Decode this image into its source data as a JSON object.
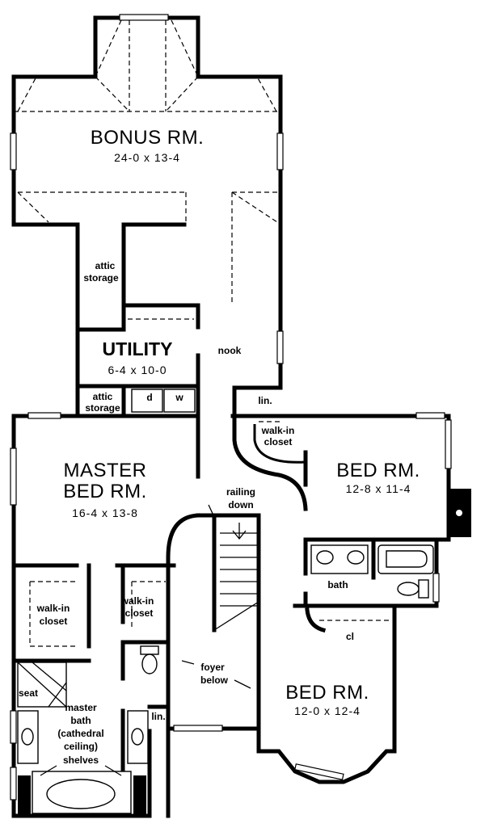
{
  "rooms": {
    "bonus": {
      "name": "BONUS RM.",
      "size": "24-0 x 13-4"
    },
    "utility": {
      "name": "UTILITY",
      "size": "6-4 x 10-0"
    },
    "master": {
      "name_line1": "MASTER",
      "name_line2": "BED RM.",
      "size": "16-4 x 13-8"
    },
    "bed1": {
      "name": "BED RM.",
      "size": "12-8 x 11-4"
    },
    "bed2": {
      "name": "BED RM.",
      "size": "12-0 x 12-4"
    }
  },
  "labels": {
    "attic1_line1": "attic",
    "attic1_line2": "storage",
    "attic2_line1": "attic",
    "attic2_line2": "storage",
    "dryer": "d",
    "washer": "w",
    "nook": "nook",
    "lin1": "lin.",
    "lin2": "lin.",
    "walkin_bed_line1": "walk-in",
    "walkin_bed_line2": "closet",
    "railing_line1": "railing",
    "railing_line2": "down",
    "bath": "bath",
    "cl": "cl",
    "walkin_m1_line1": "walk-in",
    "walkin_m1_line2": "closet",
    "walkin_m2_line1": "walk-in",
    "walkin_m2_line2": "closet",
    "foyer_line1": "foyer",
    "foyer_line2": "below",
    "seat": "seat",
    "mbath_line1": "master",
    "mbath_line2": "bath",
    "mbath_line3": "(cathedral",
    "mbath_line4": "ceiling)",
    "shelves": "shelves"
  }
}
